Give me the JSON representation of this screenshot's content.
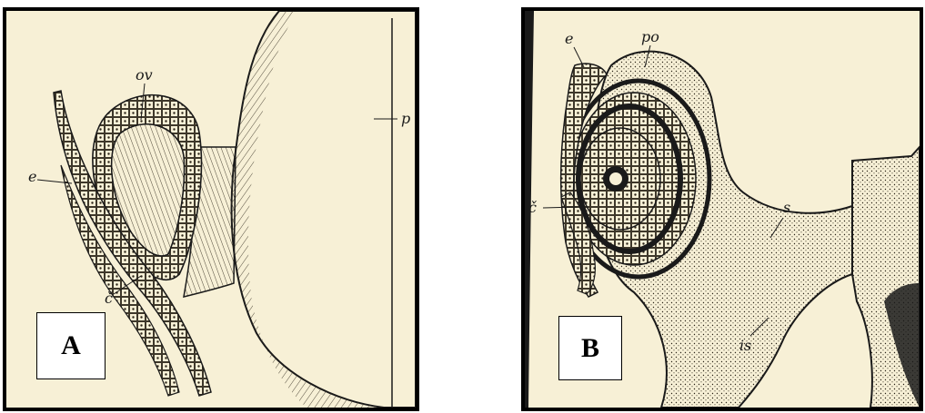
{
  "colors": {
    "paper": "#f7f0d6",
    "ink": "#1a1a1a",
    "border": "#000000"
  },
  "panels": [
    {
      "badge": "A",
      "labels": {
        "ov": "ov",
        "e": "e",
        "c": "č",
        "p": "p"
      }
    },
    {
      "badge": "B",
      "labels": {
        "po": "po",
        "e": "e",
        "c": "č",
        "s": "s",
        "is": "is"
      }
    }
  ]
}
